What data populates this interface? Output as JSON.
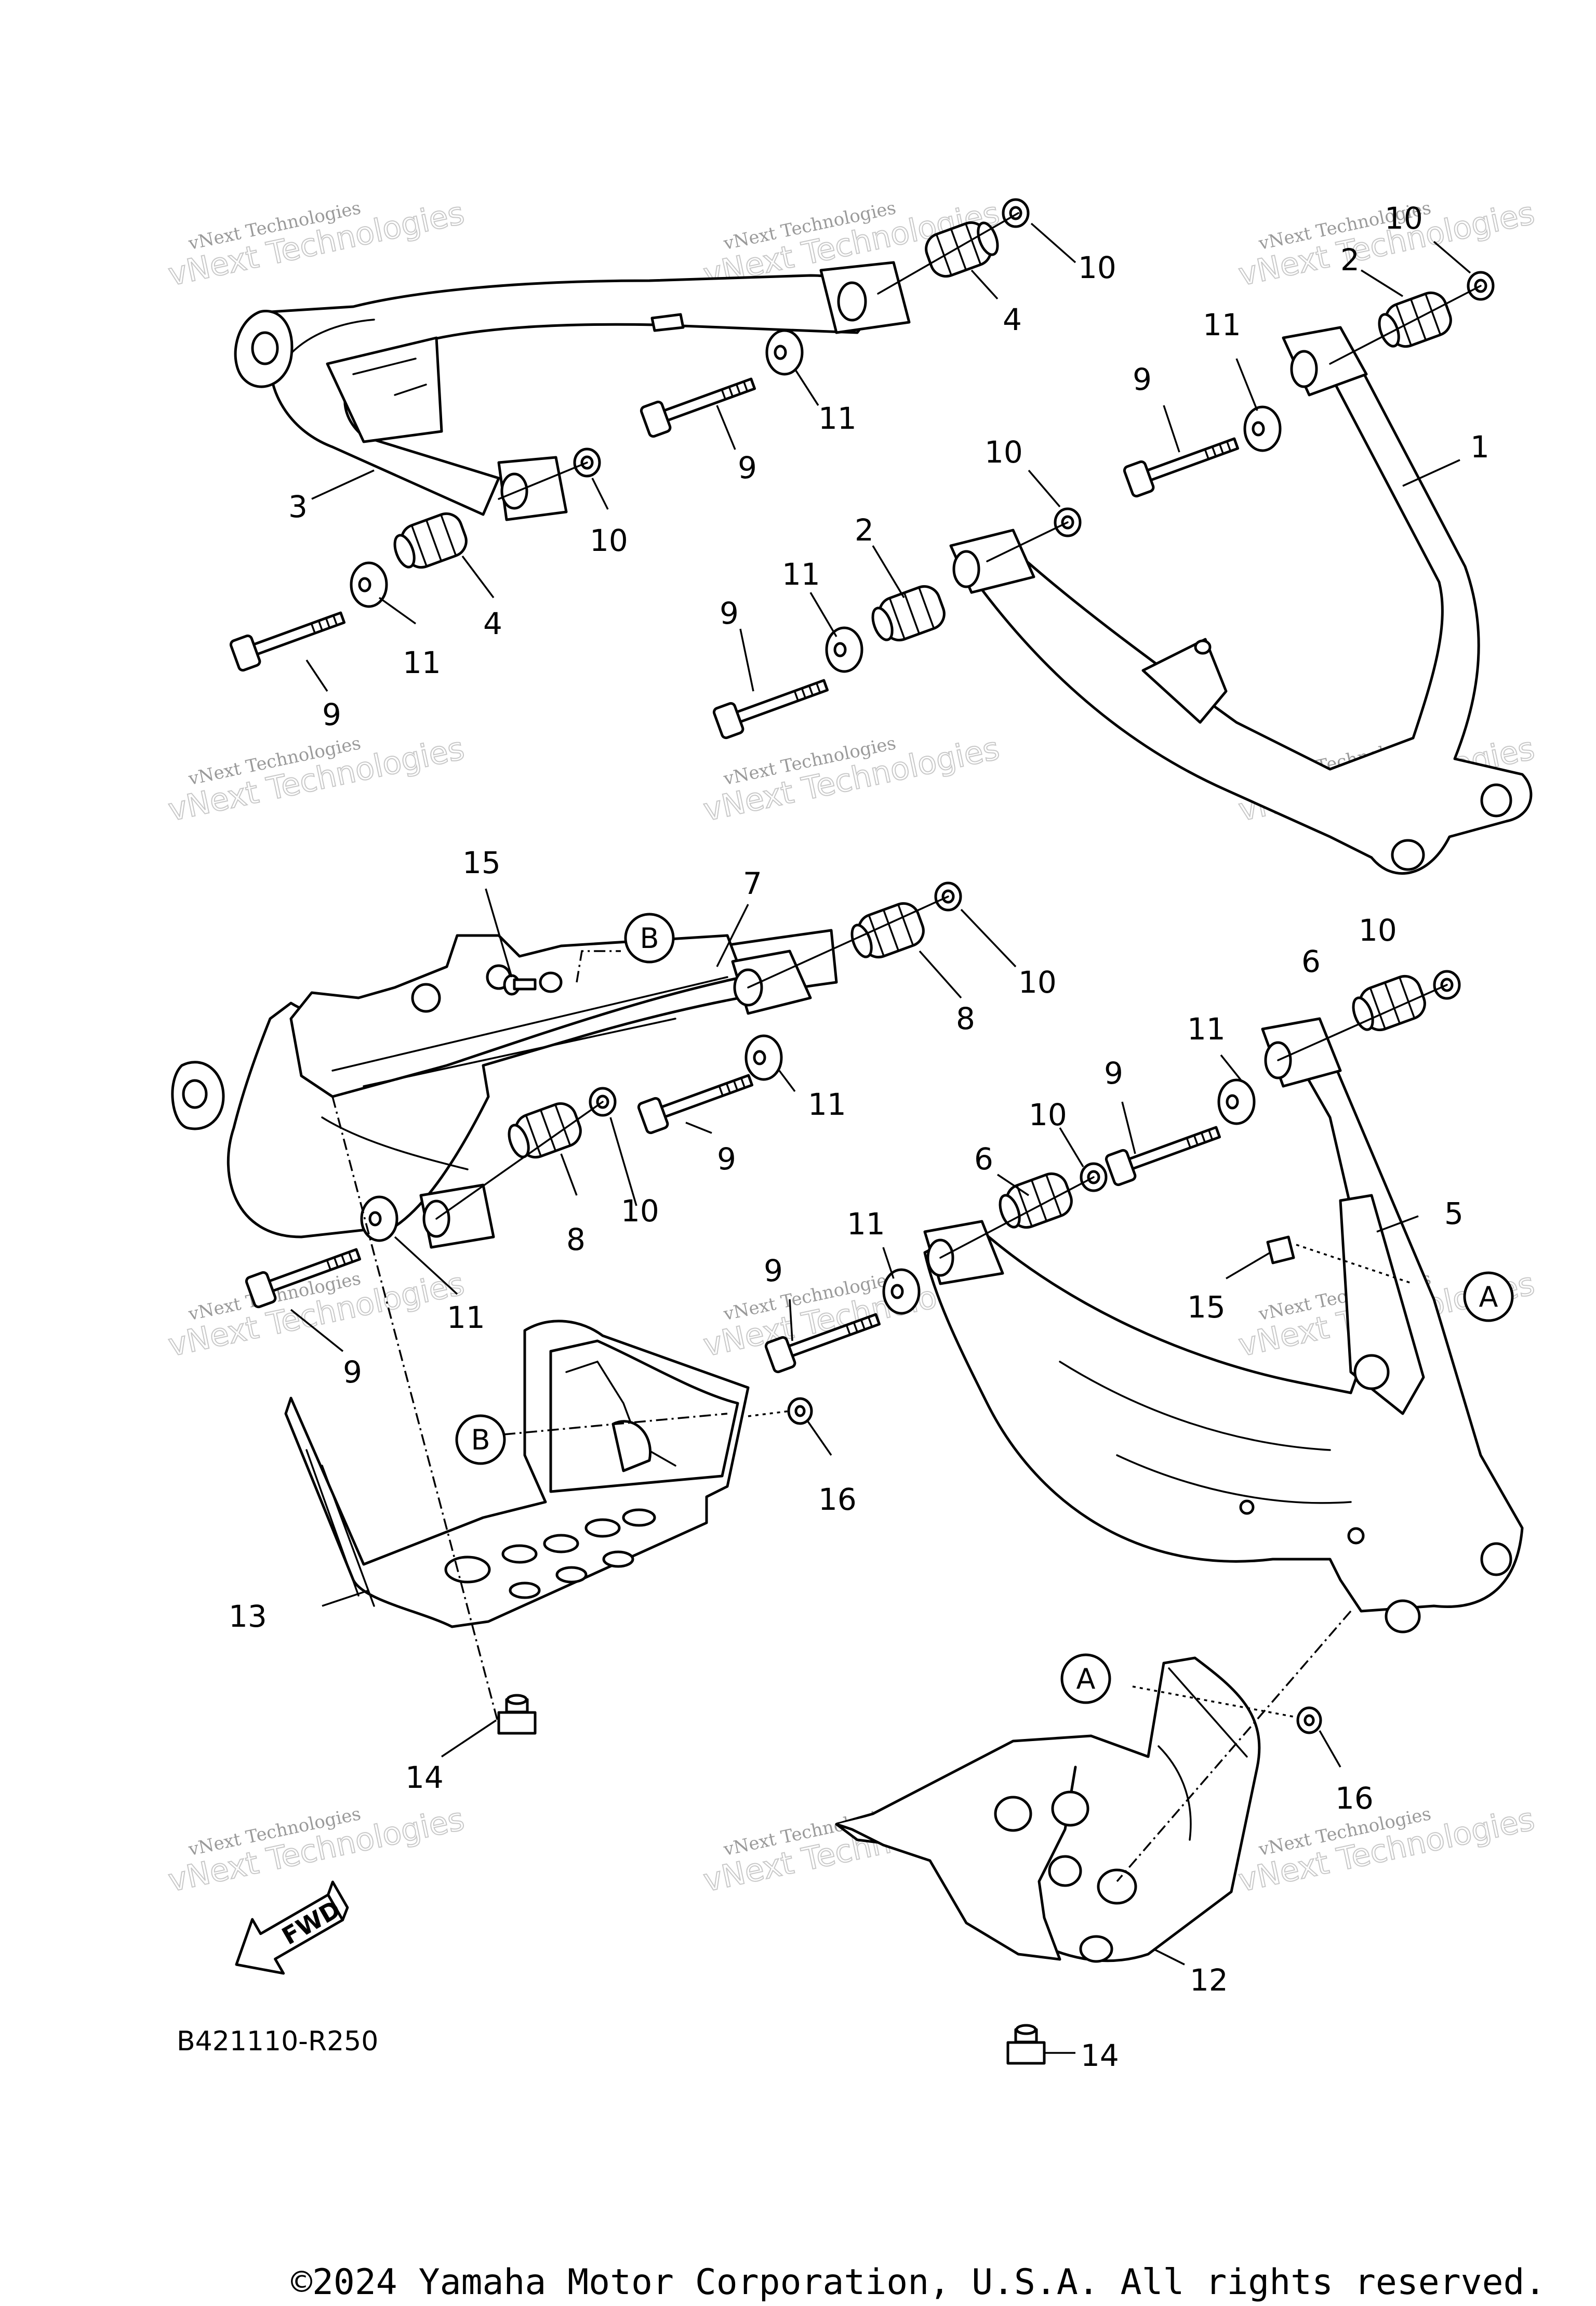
{
  "callouts": {
    "n1": "1",
    "n2": "2",
    "n3": "3",
    "n4": "4",
    "n5": "5",
    "n6": "6",
    "n7": "7",
    "n8": "8",
    "n9": "9",
    "n10": "10",
    "n11": "11",
    "n12": "12",
    "n13": "13",
    "n14": "14",
    "n15": "15",
    "n16": "16"
  },
  "references": {
    "a": "A",
    "b": "B"
  },
  "fwd_label": "FWD",
  "diagram_code": "B421110-R250",
  "copyright": "©2024 Yamaha Motor Corporation, U.S.A. All rights reserved.",
  "watermark": {
    "line1": "vNext Technologies",
    "line2": "vNext Technologies"
  },
  "colors": {
    "ink": "#000000",
    "paper": "#ffffff",
    "watermark": "#b0b0b0"
  }
}
